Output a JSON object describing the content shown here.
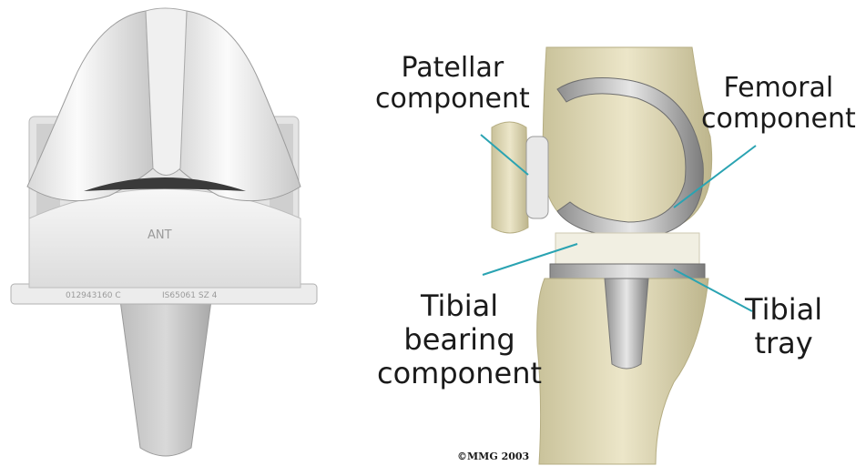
{
  "left_figure": {
    "engraving_front": "ANT",
    "engraving_band_left": "012943160 C",
    "engraving_band_right": "IS65061 SZ 4"
  },
  "diagram": {
    "labels": {
      "patellar": [
        "Patellar",
        "component"
      ],
      "femoral": [
        "Femoral",
        "component"
      ],
      "tibial_bearing": [
        "Tibial",
        "bearing",
        "component"
      ],
      "tibial_tray": [
        "Tibial",
        "tray"
      ]
    },
    "copyright": "©MMG 2003",
    "leader_color": "#2aa3b2"
  }
}
